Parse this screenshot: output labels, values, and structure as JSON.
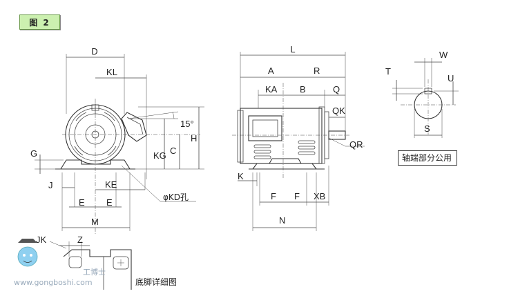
{
  "figure": {
    "badge": "图 2"
  },
  "front_view": {
    "labels": {
      "D": "D",
      "KL": "KL",
      "angle": "15°",
      "H": "H",
      "C": "C",
      "KG": "KG",
      "G": "G",
      "J": "J",
      "KE": "KE",
      "E1": "E",
      "E2": "E",
      "M": "M",
      "KD": "φKD孔"
    }
  },
  "side_view": {
    "labels": {
      "L": "L",
      "A": "A",
      "R": "R",
      "KA": "KA",
      "B": "B",
      "Q": "Q",
      "QK": "QK",
      "QR": "QR",
      "K": "K",
      "F1": "F",
      "F2": "F",
      "XB": "XB",
      "N": "N"
    }
  },
  "shaft_view": {
    "labels": {
      "W": "W",
      "T": "T",
      "U": "U",
      "S": "S"
    },
    "caption": "轴端部分公用"
  },
  "foot_detail": {
    "labels": {
      "JK": "JK",
      "Z": "Z"
    },
    "caption": "底脚详细图"
  },
  "watermark": {
    "text": "www.gongboshi.com",
    "brand": "工博士"
  }
}
